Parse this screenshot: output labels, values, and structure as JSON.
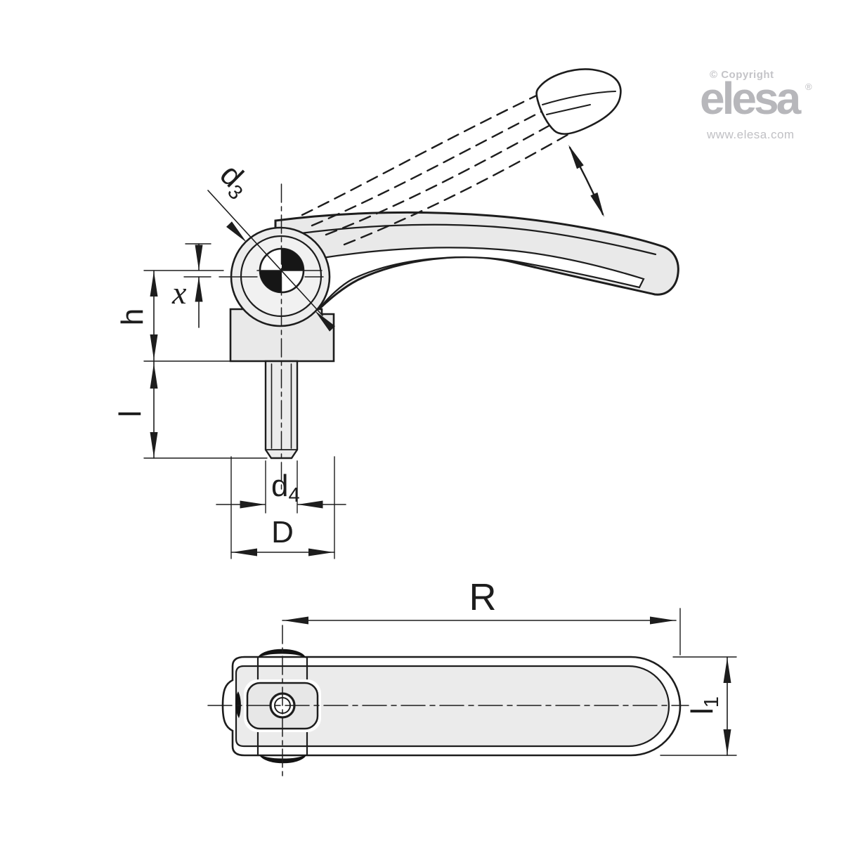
{
  "branding": {
    "copyright": "© Copyright",
    "logo": "elesa",
    "registered": "®",
    "website": "www.elesa.com"
  },
  "dimensions": {
    "cam_diameter": {
      "base": "d",
      "sub": "3"
    },
    "eccentricity": {
      "label": "x"
    },
    "boss_height": {
      "label": "h"
    },
    "thread_length": {
      "label": "l"
    },
    "thread_diameter": {
      "base": "d",
      "sub": "4"
    },
    "boss_width": {
      "label": "D"
    },
    "lever_length": {
      "label": "R"
    },
    "head_height": {
      "base": "l",
      "sub": "1"
    }
  },
  "colors": {
    "line": "#1d1d1d",
    "fill_gray": "#e9e9e9",
    "logo_gray": "#b7b7bb"
  }
}
